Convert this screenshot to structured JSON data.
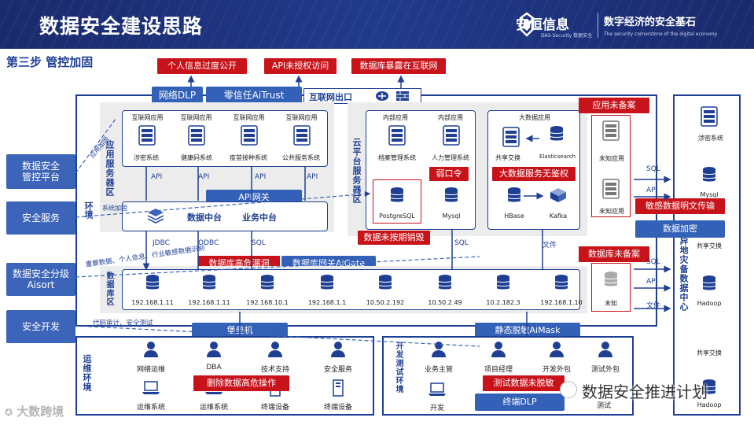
{
  "header": {
    "title": "数据安全建设思路",
    "brand_name": "安恒信息",
    "brand_sub": "DAS-Security 数据安全",
    "slogan": "数字经济的安全基石",
    "slogan_sub": "The security cornerstone of the digital economy"
  },
  "step_title": "第三步  管控加固",
  "top_alerts": [
    "个人信息过度公开",
    "API未授权访问",
    "数据库暴露在互联网"
  ],
  "gateway": {
    "dlp": "网络DLP",
    "trust": "零信任AiTrust",
    "exit": "互联网出口"
  },
  "side_panels": [
    "数据安全\n管控平台",
    "安全服务",
    "数据安全分级\nAisort",
    "安全开发"
  ],
  "app_zone": {
    "label": "应用服务器区",
    "app_header": "互联网应用",
    "apps": [
      "涉密系统",
      "健康码系统",
      "疫苗接种系统",
      "公共服务系统"
    ],
    "api": "API",
    "api_gateway": "API网关",
    "middle": {
      "data": "数据中台",
      "biz": "业务中台"
    }
  },
  "cloud_zone": {
    "label": "云平台服务器区",
    "internal_header": "内部应用",
    "internal": [
      "档案管理系统",
      "人力管理系统"
    ],
    "weak_pwd": "弱口令",
    "pg": "PostgreSQL",
    "mysql": "Mysql",
    "bigdata_header": "大数据应用",
    "bigdata": [
      "共享交换",
      "Elasticsearch",
      "HBase",
      "Kafka"
    ],
    "bigdata_alert": "大数据服务无鉴权",
    "unbackup_app_alert": "应用未备案",
    "unknown_app": "未知应用",
    "unpatched_alert": "数据未按期销毁"
  },
  "db_zone": {
    "label": "数据库区",
    "jdbc": "JDBC",
    "odbc": "ODBC",
    "sql": "SQL",
    "file": "文件",
    "high_risk": "数据库高危漏洞",
    "db_gateway": "数据库网关AiGate",
    "ips": [
      "192.168.1.11",
      "192.168.1.11",
      "192.168.10.1",
      "192.168.1.1",
      "10.50.2.192",
      "10.50.2.49",
      "10.2.182.3",
      "192.168.1.10"
    ],
    "unbackup_db_alert": "数据库未备案",
    "unknown": "未知",
    "bastion": "堡垒机",
    "mask": "静态脱敏AiMask"
  },
  "annotations": {
    "app_reinforce": "应用加固",
    "sys_reinforce": "系统加固",
    "identify": "重要数据、个人信息、行业敏感数据识别",
    "audit": "代码审计、安全测试",
    "env": "环境"
  },
  "dr": {
    "label": "异地灾备数据中心",
    "items": [
      "涉密系统",
      "Mysql",
      "共享交换",
      "Hadoop",
      "共享交换",
      "Hadoop"
    ],
    "sql": "SQL",
    "api": "API",
    "file": "文件",
    "plain_alert": "敏感数据明文传输",
    "encrypt": "数据加密"
  },
  "ops": {
    "label": "运维环境",
    "roles": [
      "网络运维",
      "DBA",
      "技术支持",
      "安全服务"
    ],
    "devices": [
      "运维系统",
      "运维系统",
      "终端设备",
      "终端设备"
    ],
    "alert": "删除数据高危操作"
  },
  "dev": {
    "label": "开发测试环境",
    "roles": [
      "业务主管",
      "项目经理",
      "开发外包",
      "测试外包"
    ],
    "devices": [
      "开发",
      "测试"
    ],
    "alert": "测试数据未脱敏",
    "dlp": "终端DLP"
  },
  "watermark": {
    "left": "大数跨境",
    "right": "数据安全推进计划"
  },
  "colors": {
    "primary": "#1f3f95",
    "accent_red": "#c8131b",
    "panel_blue": "#3c64b8"
  }
}
